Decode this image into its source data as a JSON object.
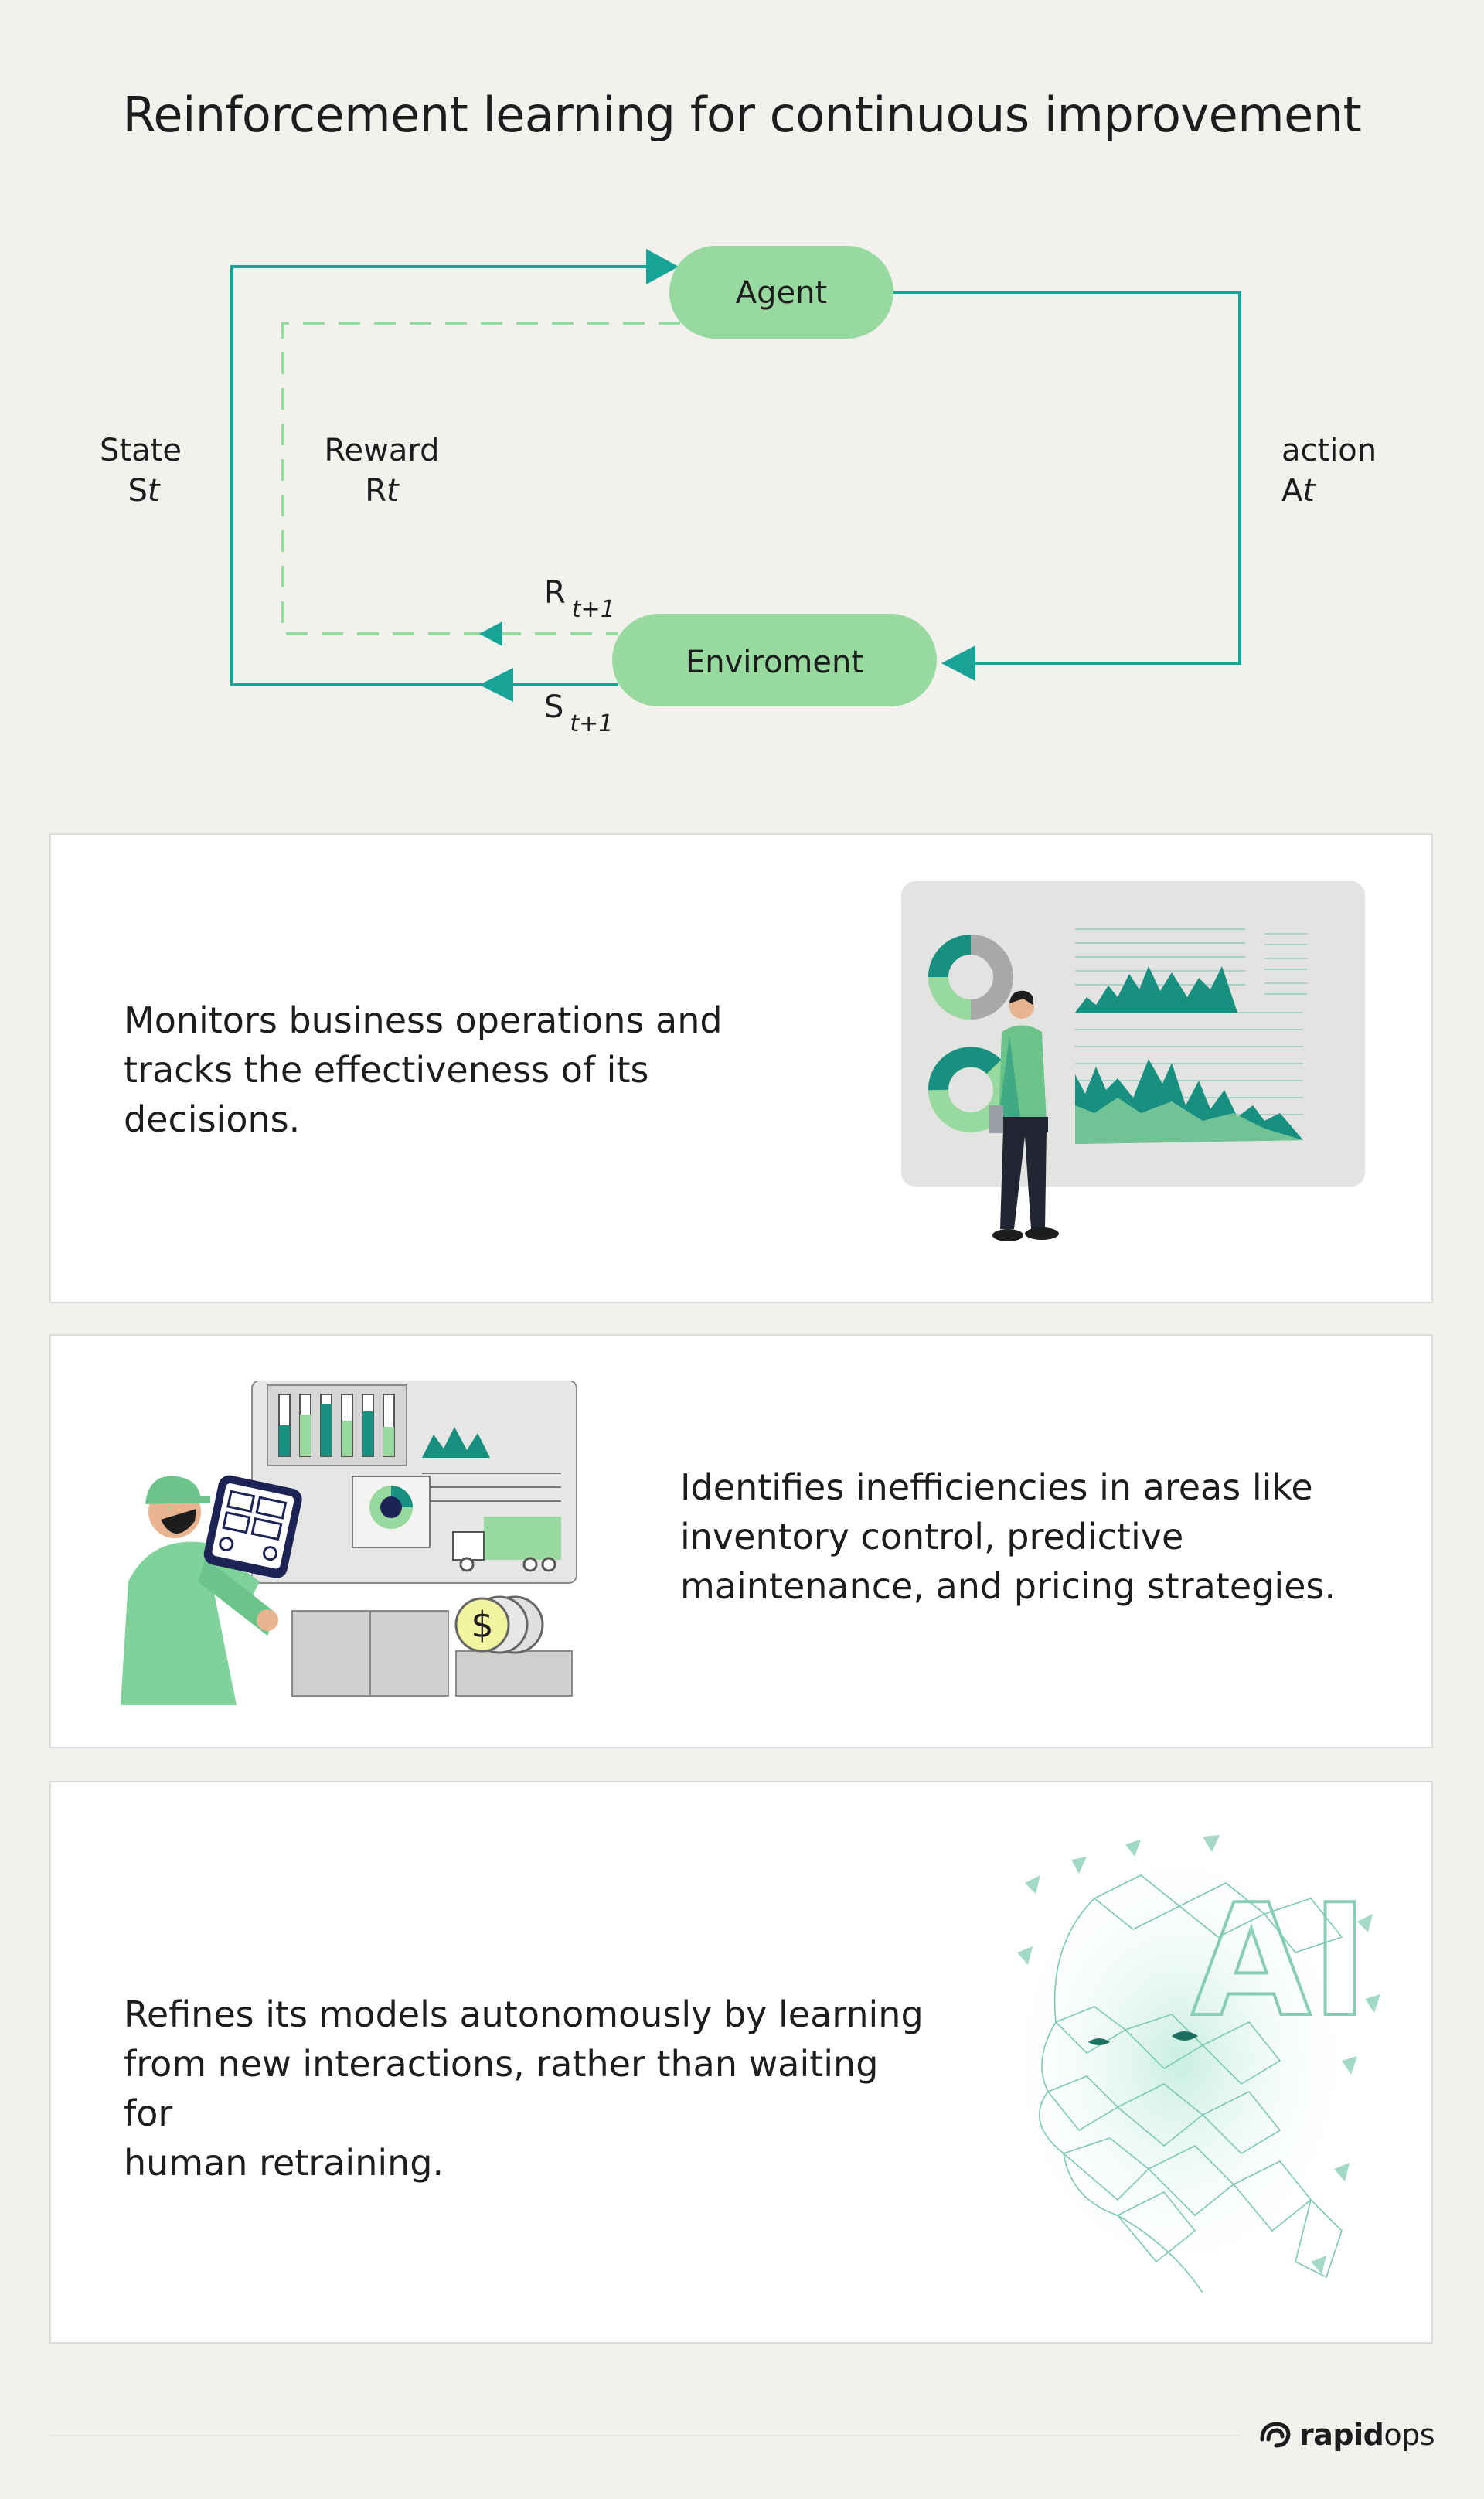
{
  "title": "Reinforcement learning for continuous improvement",
  "diagram": {
    "agent": "Agent",
    "environment": "Enviroment",
    "state": {
      "label": "State",
      "symbol": "S",
      "sub": "t"
    },
    "reward": {
      "label": "Reward",
      "symbol": "R",
      "sub": "t"
    },
    "action": {
      "label": "action",
      "symbol": "A",
      "sub": "t"
    },
    "reward_next": {
      "symbol": "R",
      "sub": "t+1"
    },
    "state_next": {
      "symbol": "S",
      "sub": "t+1"
    },
    "colors": {
      "node": "#98d99f",
      "line": "#17a497",
      "dashed": "#98d99f"
    }
  },
  "cards": [
    {
      "text_lines": [
        "Monitors business operations and",
        "tracks the effectiveness of its",
        "decisions."
      ],
      "illustration": "analytics-dashboard-illustration"
    },
    {
      "text_lines": [
        "Identifies inefficiencies in areas like",
        "inventory control, predictive",
        "maintenance, and pricing strategies."
      ],
      "illustration": "warehouse-worker-illustration"
    },
    {
      "text_lines": [
        "Refines its models autonomously by learning",
        "from new interactions, rather than waiting for",
        "human retraining."
      ],
      "illustration": "ai-face-illustration"
    }
  ],
  "brand": {
    "name_bold": "rapid",
    "name_light": "ops",
    "icon": "rapidops-logo-icon"
  }
}
